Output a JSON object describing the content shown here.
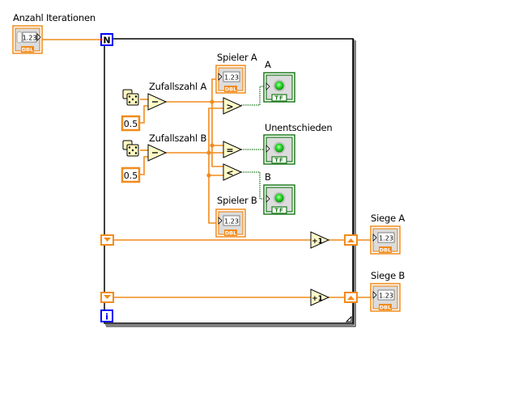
{
  "diagram": {
    "type": "LabVIEW block diagram",
    "colors": {
      "wire_numeric": "#f18b1c",
      "wire_boolean": "#016801",
      "terminal_numeric": "#f18b1c",
      "terminal_boolean": "#1f7a1f",
      "led_on": "#2ee02e",
      "node_fill": "#fffcc8",
      "loop_border": "#000000",
      "loop_index_blue": "#0000ff"
    },
    "controls": {
      "iterations": {
        "label": "Anzahl Iterationen",
        "value_text": "1.23",
        "type_text": "DBL"
      },
      "const_a": {
        "value": "0.5"
      },
      "const_b": {
        "value": "0.5"
      }
    },
    "labels": {
      "random_a": "Zufallszahl A",
      "random_b": "Zufallszahl B"
    },
    "loop": {
      "count_terminal": "N",
      "iteration_terminal": "i"
    },
    "comparisons": {
      "greater": ">",
      "equal": "=",
      "less": "<"
    },
    "increments": {
      "inc_a": "+1",
      "inc_b": "+1"
    },
    "indicators": {
      "player_a": {
        "label": "Spieler A",
        "value_text": "1.23",
        "type_text": "DBL"
      },
      "player_b": {
        "label": "Spieler B",
        "value_text": "1.23",
        "type_text": "DBL"
      },
      "wins_a": {
        "label": "Siege A",
        "value_text": "1.23",
        "type_text": "DBL"
      },
      "wins_b": {
        "label": "Siege B",
        "value_text": "1.23",
        "type_text": "DBL"
      },
      "led_a": {
        "label": "A",
        "type_text": "TF"
      },
      "led_draw": {
        "label": "Unentschieden",
        "type_text": "TF"
      },
      "led_b": {
        "label": "B",
        "type_text": "TF"
      }
    }
  }
}
